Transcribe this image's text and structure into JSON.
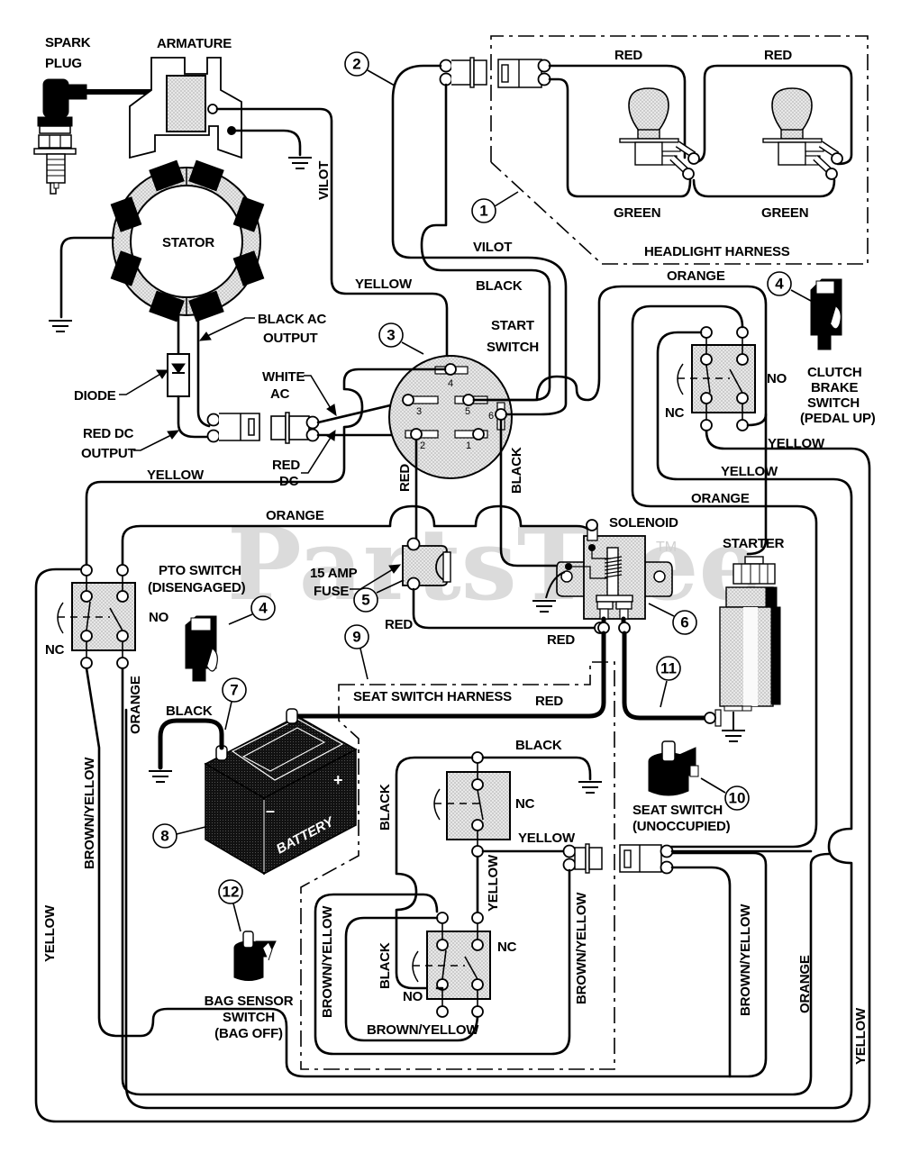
{
  "diagram": {
    "title": "Lawn Tractor Electrical Wiring Schematic",
    "watermark": "PartsTree",
    "watermark_tm": "TM",
    "components": {
      "spark_plug": [
        "SPARK",
        "PLUG"
      ],
      "armature": "ARMATURE",
      "stator": "STATOR",
      "diode": "DIODE",
      "black_ac_output": [
        "BLACK AC",
        "OUTPUT"
      ],
      "red_dc_output": [
        "RED DC",
        "OUTPUT"
      ],
      "white_ac": [
        "WHITE",
        "AC"
      ],
      "red_dc": [
        "RED",
        "DC"
      ],
      "start_switch": [
        "START",
        "SWITCH"
      ],
      "start_switch_terminals": [
        "1",
        "2",
        "3",
        "4",
        "5",
        "6"
      ],
      "headlight_harness": "HEADLIGHT HARNESS",
      "clutch_brake_switch": [
        "CLUTCH",
        "BRAKE",
        "SWITCH",
        "(PEDAL UP)"
      ],
      "solenoid": "SOLENOID",
      "starter": "STARTER",
      "fuse": [
        "15 AMP",
        "FUSE"
      ],
      "pto_switch": [
        "PTO SWITCH",
        "(DISENGAGED)"
      ],
      "battery": "BATTERY",
      "battery_plus": "+",
      "battery_minus": "–",
      "seat_switch_harness": "SEAT SWITCH HARNESS",
      "seat_switch": [
        "SEAT SWITCH",
        "(UNOCCUPIED)"
      ],
      "bag_sensor_switch": [
        "BAG SENSOR",
        "SWITCH",
        "(BAG OFF)"
      ],
      "switch_nc": "NC",
      "switch_no": "NO"
    },
    "wire_labels": {
      "vilot_vertical": "VILOT",
      "vilot_horizontal": "VILOT",
      "yellow_top": "YELLOW",
      "black_top": "BLACK",
      "red_headlight_1": "RED",
      "red_headlight_2": "RED",
      "green_headlight_1": "GREEN",
      "green_headlight_2": "GREEN",
      "orange_top": "ORANGE",
      "yellow_clutch_1": "YELLOW",
      "yellow_clutch_2": "YELLOW",
      "orange_clutch": "ORANGE",
      "yellow_left": "YELLOW",
      "orange_mid": "ORANGE",
      "red_start_vertical": "RED",
      "black_start_vertical": "BLACK",
      "red_fuse": "RED",
      "red_solenoid": "RED",
      "red_seat": "RED",
      "black_battery": "BLACK",
      "orange_pto": "ORANGE",
      "brown_yellow_left": "BROWN/YELLOW",
      "yellow_far_left": "YELLOW",
      "black_seat_ground": "BLACK",
      "black_seat_vertical": "BLACK",
      "yellow_seat_horizontal": "YELLOW",
      "yellow_seat_vertical": "YELLOW",
      "black_bag_vertical": "BLACK",
      "brown_yellow_bag_left": "BROWN/YELLOW",
      "brown_yellow_bag_bottom": "BROWN/YELLOW",
      "brown_yellow_harness_right": "BROWN/YELLOW",
      "brown_yellow_right": "BROWN/YELLOW",
      "orange_right": "ORANGE",
      "yellow_far_right": "YELLOW"
    },
    "callouts": [
      {
        "number": "1",
        "refers_to": "Headlight harness"
      },
      {
        "number": "2",
        "refers_to": "Harness connector"
      },
      {
        "number": "3",
        "refers_to": "Start switch"
      },
      {
        "number": "4",
        "refers_to": "Clutch brake switch"
      },
      {
        "number": "4",
        "refers_to": "PTO switch"
      },
      {
        "number": "5",
        "refers_to": "15 amp fuse"
      },
      {
        "number": "6",
        "refers_to": "Solenoid"
      },
      {
        "number": "7",
        "refers_to": "Battery ground cable"
      },
      {
        "number": "8",
        "refers_to": "Battery"
      },
      {
        "number": "9",
        "refers_to": "Seat switch harness"
      },
      {
        "number": "10",
        "refers_to": "Seat switch"
      },
      {
        "number": "11",
        "refers_to": "Starter cable"
      },
      {
        "number": "12",
        "refers_to": "Bag sensor switch"
      }
    ]
  }
}
